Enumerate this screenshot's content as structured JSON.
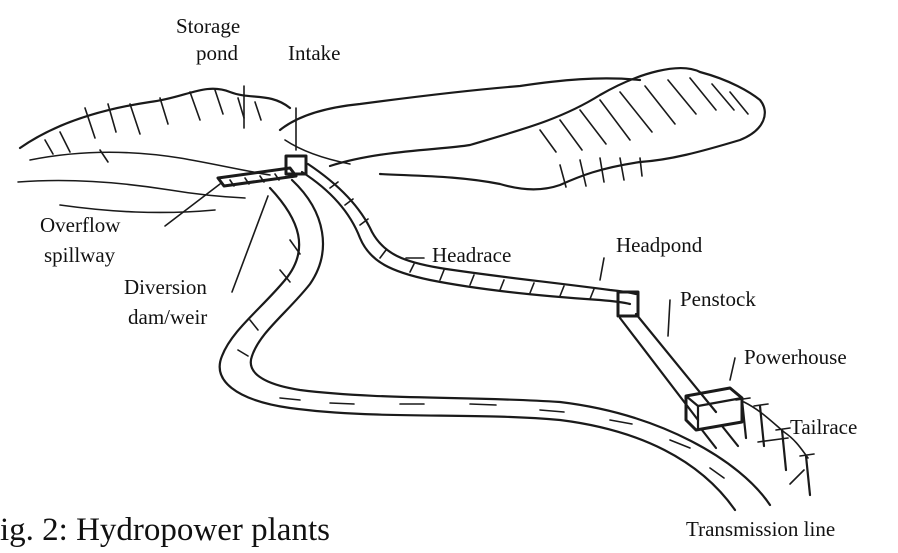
{
  "labels": {
    "storage_line1": "Storage",
    "storage_line2": "pond",
    "intake": "Intake",
    "overflow_line1": "Overflow",
    "overflow_line2": "spillway",
    "diversion_line1": "Diversion",
    "diversion_line2": "dam/weir",
    "headrace": "Headrace",
    "headpond": "Headpond",
    "penstock": "Penstock",
    "powerhouse": "Powerhouse",
    "tailrace": "Tailrace",
    "transmission": "Transmission line"
  },
  "caption": "ig. 2: Hydropower plants"
}
